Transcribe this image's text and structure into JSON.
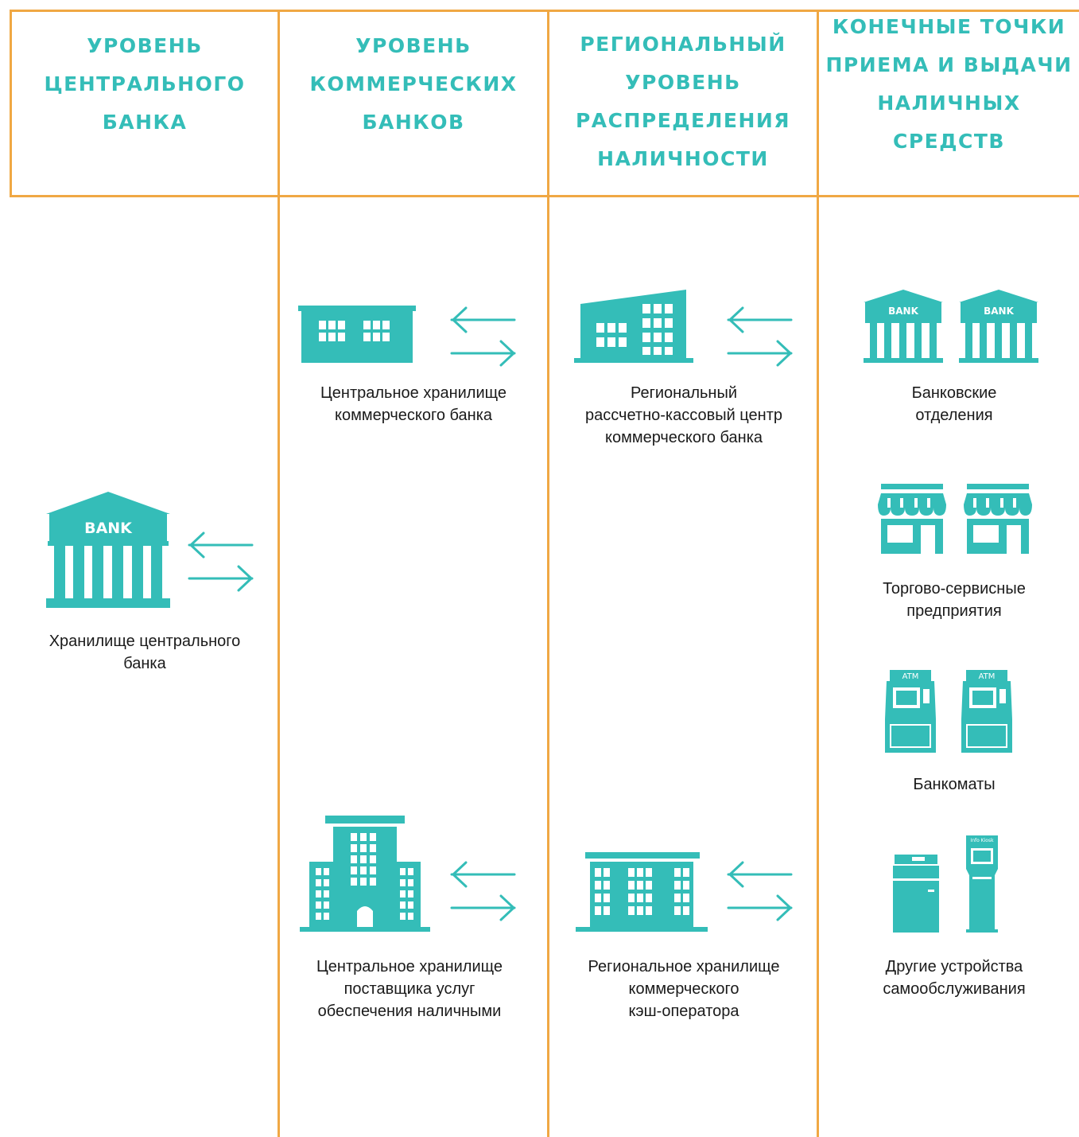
{
  "colors": {
    "accent": "#34BDB8",
    "grid": "#F0A844",
    "text": "#1a1a1a"
  },
  "headers": [
    {
      "label": "УРОВЕНЬ\nЦЕНТРАЛЬНОГО\nБАНКА"
    },
    {
      "label": "УРОВЕНЬ\nКОММЕРЧЕСКИХ\nБАНКОВ"
    },
    {
      "label": "РЕГИОНАЛЬНЫЙ\nУРОВЕНЬ\nРАСПРЕДЕЛЕНИЯ\nНАЛИЧНОСТИ"
    },
    {
      "label": "КОНЕЧНЫЕ ТОЧКИ\nПРИЕМА И ВЫДАЧИ\nНАЛИЧНЫХ СРЕДСТВ"
    }
  ],
  "nodes": {
    "central_bank": {
      "caption": "Хранилище центрального\nбанка",
      "icon": "bank-building-icon",
      "icon_text": "BANK"
    },
    "commercial_bank": {
      "caption": "Центральное хранилище\nкоммерческого банка",
      "icon": "office-building-icon"
    },
    "cash_service_provider": {
      "caption": "Центральное хранилище\nпоставщика услуг\nобеспечения наличными",
      "icon": "tower-building-icon"
    },
    "regional_center": {
      "caption": "Региональный\nрассчетно-кассовый центр\nкоммерческого банка",
      "icon": "regional-building-icon"
    },
    "regional_cash_operator": {
      "caption": "Региональное хранилище\nкоммерческого\nкэш-оператора",
      "icon": "warehouse-building-icon"
    },
    "bank_branches": {
      "caption": "Банковские\nотделения",
      "icon": "bank-branch-icon",
      "icon_text": "BANK"
    },
    "retail": {
      "caption": "Торгово-сервисные\nпредприятия",
      "icon": "shop-icon"
    },
    "atms": {
      "caption": "Банкоматы",
      "icon": "atm-icon",
      "icon_text": "ATM"
    },
    "self_service": {
      "caption": "Другие устройства\nсамообслуживания",
      "icon": "kiosk-icon",
      "icon_text": "Info Kiosk"
    }
  }
}
